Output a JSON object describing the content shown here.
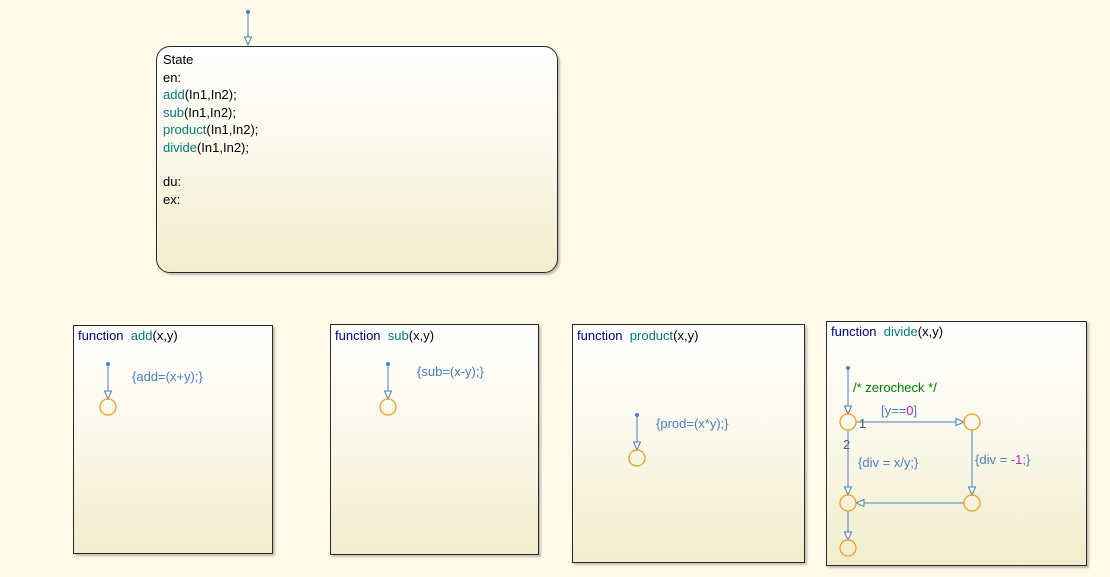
{
  "main_state": {
    "name": "State",
    "en": "en:",
    "calls": [
      {
        "fn": "add",
        "args": "(In1,In2);"
      },
      {
        "fn": "sub",
        "args": "(In1,In2);"
      },
      {
        "fn": "product",
        "args": "(In1,In2);"
      },
      {
        "fn": "divide",
        "args": "(In1,In2);"
      }
    ],
    "du": "du:",
    "ex": "ex:"
  },
  "functions": [
    {
      "keyword": "function",
      "name": "add",
      "args": "(x,y)",
      "action": "{add=(x+y);}"
    },
    {
      "keyword": "function",
      "name": "sub",
      "args": "(x,y)",
      "action": "{sub=(x-y);}"
    },
    {
      "keyword": "function",
      "name": "product",
      "args": "(x,y)",
      "action": "{prod=(x*y);}"
    },
    {
      "keyword": "function",
      "name": "divide",
      "args": "(x,y)"
    }
  ],
  "divide_flow": {
    "comment": "/* zerocheck */",
    "cond_open": "[y==",
    "cond_val": "0",
    "cond_close": "]",
    "order_1": "1",
    "order_2": "2",
    "action_div": "{div = x/y;}",
    "action_neg_open": "{div = ",
    "action_neg_val": "-1",
    "action_neg_close": ";}"
  },
  "colors": {
    "background": "#fffbe8",
    "function_name": "#007a7a",
    "keyword": "#000080",
    "action": "#4a7fbf",
    "comment": "#008000",
    "number": "#c020c0",
    "junction": "#e8a020",
    "transition": "#4a7fbf"
  }
}
